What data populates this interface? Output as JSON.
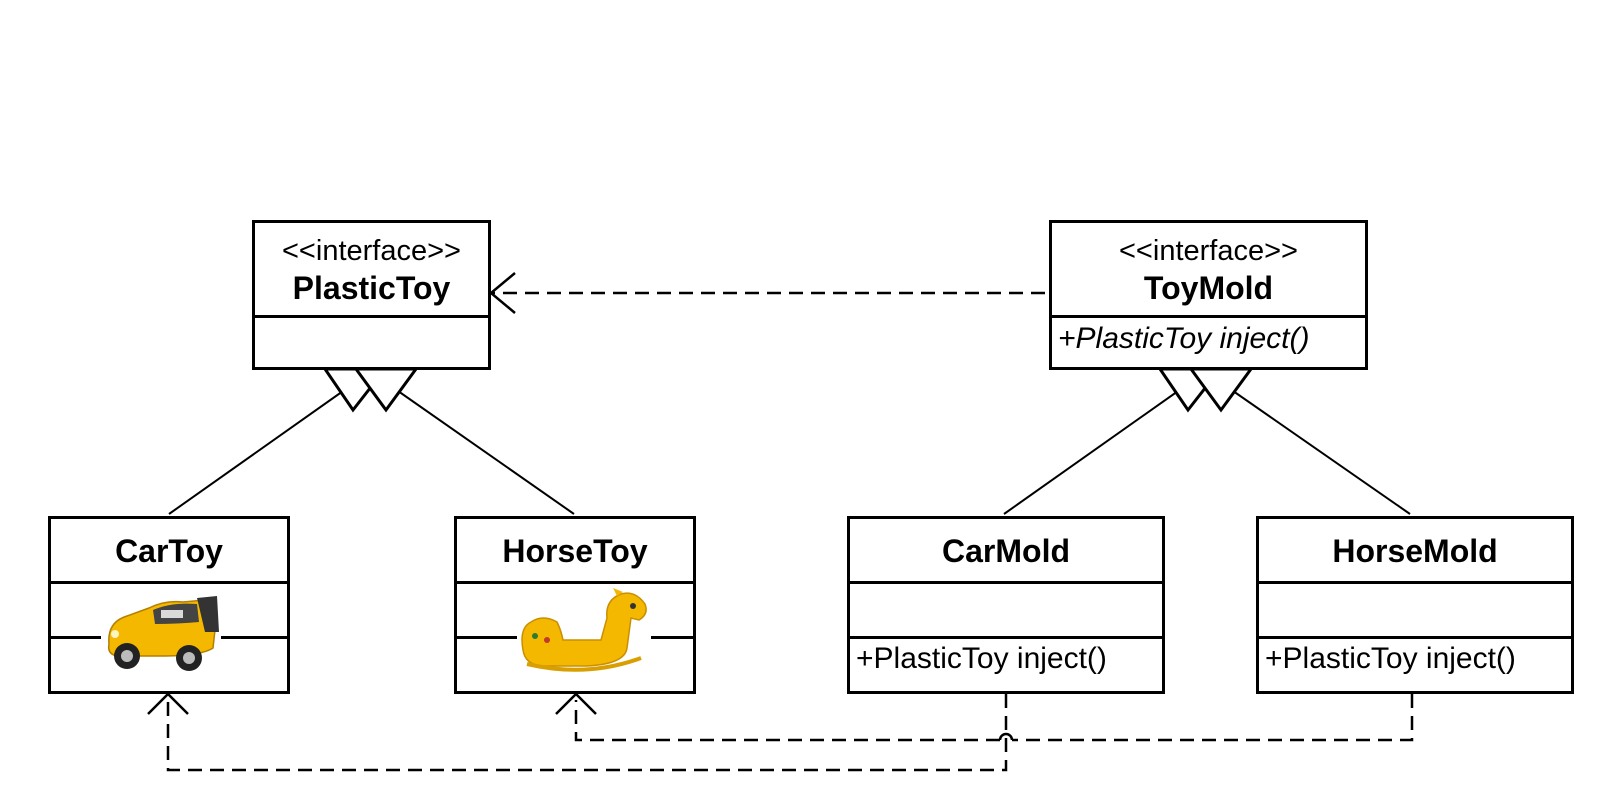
{
  "diagram": {
    "plastic_toy": {
      "stereotype": "<<interface>>",
      "name": "PlasticToy"
    },
    "toy_mold": {
      "stereotype": "<<interface>>",
      "name": "ToyMold",
      "operation": "+PlasticToy inject()"
    },
    "car_toy": {
      "name": "CarToy",
      "image": "yellow-toy-car-image"
    },
    "horse_toy": {
      "name": "HorseToy",
      "image": "yellow-rocking-horse-image"
    },
    "car_mold": {
      "name": "CarMold",
      "operation": "+PlasticToy inject()"
    },
    "horse_mold": {
      "name": "HorseMold",
      "operation": "+PlasticToy inject()"
    },
    "colors": {
      "line": "#000000",
      "toy_yellow": "#f5b800",
      "toy_dark": "#333333"
    }
  }
}
